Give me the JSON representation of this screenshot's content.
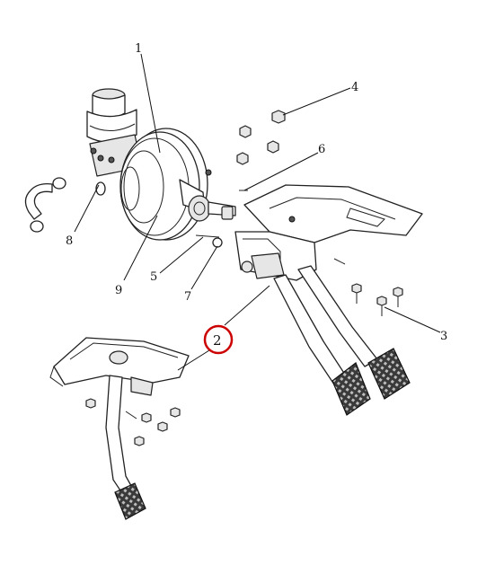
{
  "callouts": {
    "c1": "1",
    "c2": "2",
    "c3": "3",
    "c4": "4",
    "c5": "5",
    "c6": "6",
    "c7": "7",
    "c8": "8",
    "c9": "9"
  },
  "highlight_color": "#cc0000"
}
